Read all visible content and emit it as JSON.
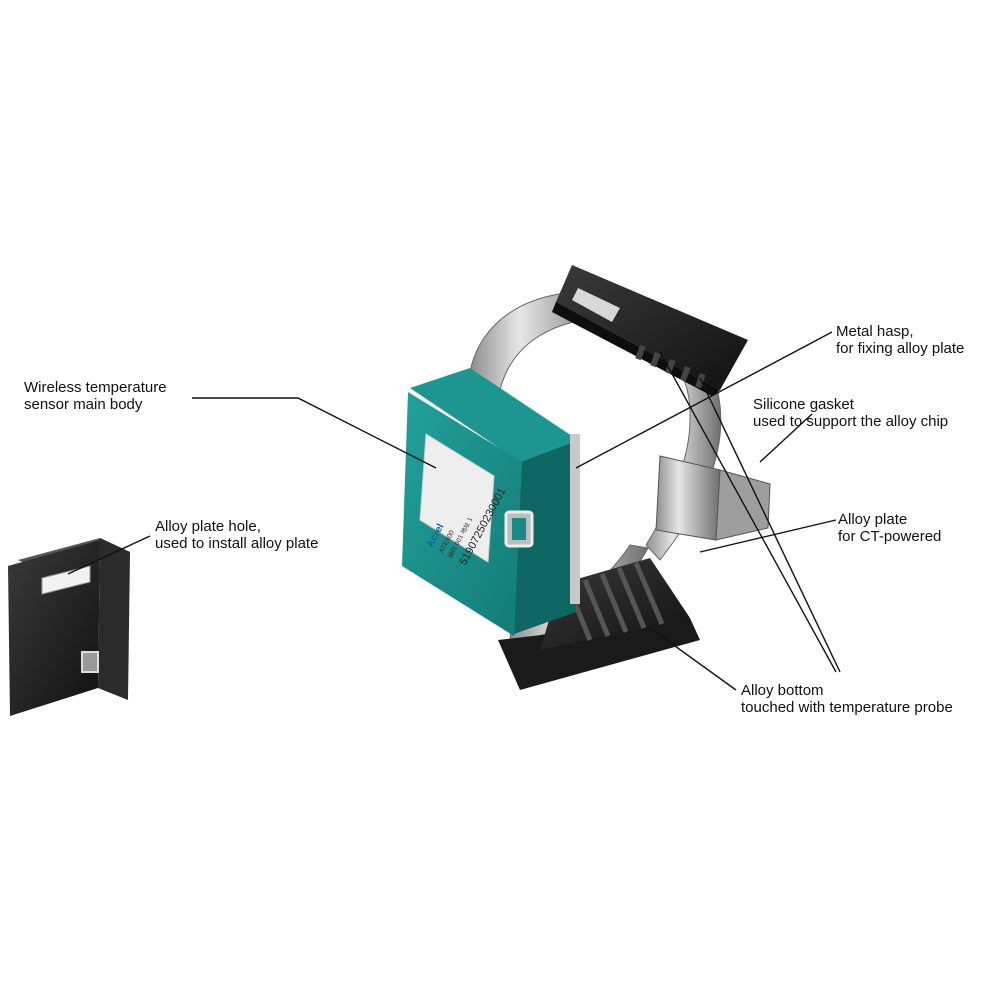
{
  "labels": {
    "main_body": [
      "Wireless temperature",
      "sensor main body"
    ],
    "plate_hole": [
      "Alloy plate hole,",
      "used to install alloy plate"
    ],
    "metal_hasp": [
      "Metal hasp,",
      "for fixing alloy plate"
    ],
    "silicone_gasket": [
      "Silicone gasket",
      "used to support the alloy chip"
    ],
    "alloy_plate": [
      "Alloy plate",
      "for CT-powered"
    ],
    "alloy_bottom": [
      "Alloy bottom",
      "touched with temperature probe"
    ]
  },
  "sensor_label": {
    "brand": "Acrel",
    "model": "ATE400",
    "line2": "编码 001  地址 1",
    "serial": "51907250230001"
  },
  "colors": {
    "housing": "#1a8a85",
    "housing_dark": "#0e5f5c",
    "black_part": "#1c1c1c",
    "metal": "#c8c8c8"
  }
}
